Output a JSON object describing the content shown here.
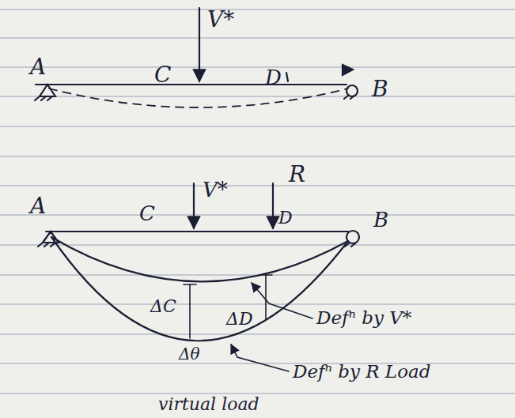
{
  "diagram": {
    "labels": [
      "A",
      "C",
      "V*",
      "D",
      "B",
      "V*",
      "R",
      "A",
      "C",
      "D",
      "B",
      "ΔC",
      "ΔD",
      "Defⁿ by V*",
      "Defⁿ by R Load",
      "Δθ",
      "virtual load"
    ]
  }
}
